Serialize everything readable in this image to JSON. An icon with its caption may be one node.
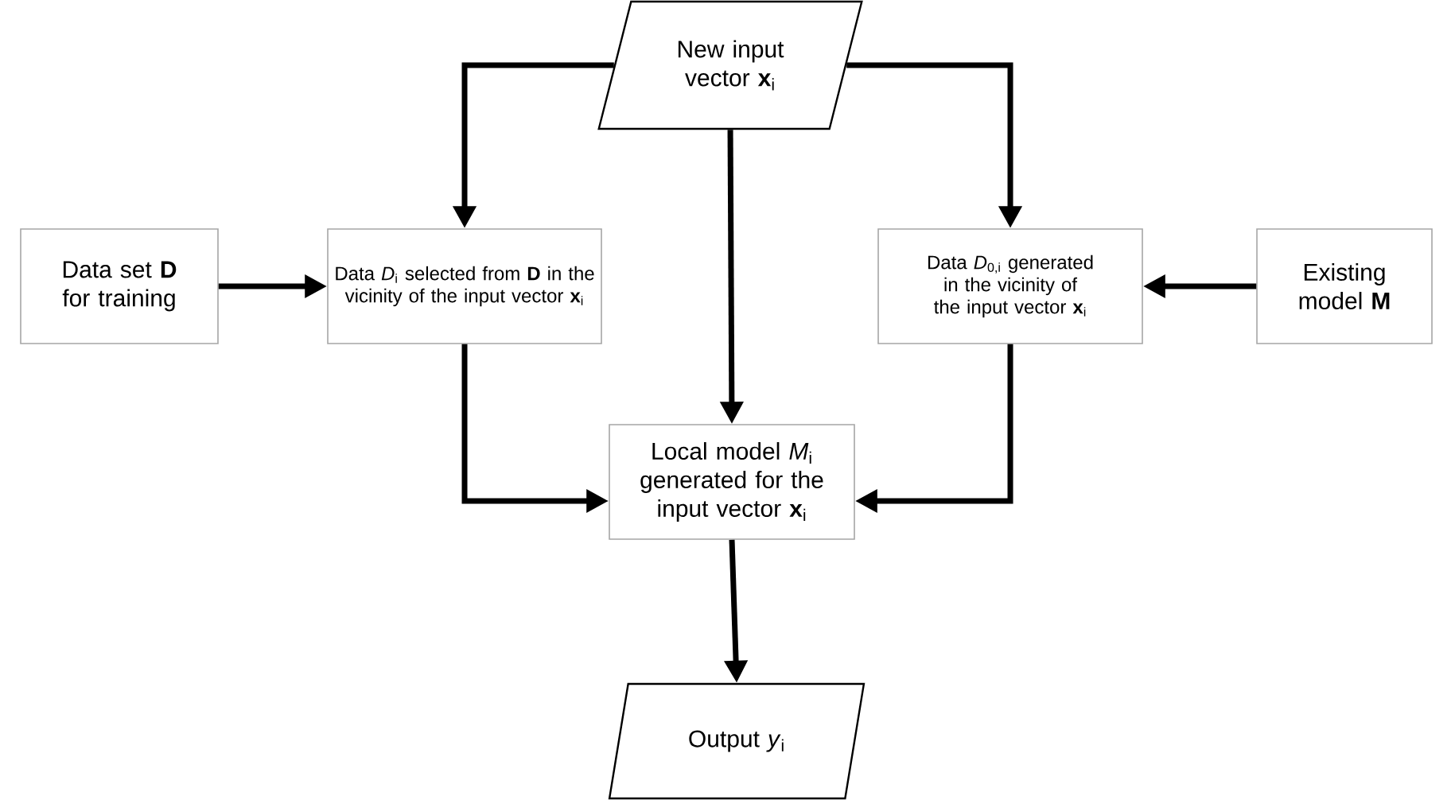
{
  "diagram": {
    "nodes": [
      {
        "text": [
          "New input vector **x**$_{i}$"
        ]
      },
      {
        "text": [
          "Data set **D** for training"
        ]
      },
      {
        "text": [
          "Data *D*$_{i}$ selected from **D** in the vicinity of the input vector **x**$_{i}$"
        ]
      },
      {
        "text": [
          "Data *D*$_{0,i}$ generated in the vicinity of the input vector **x**$_{i}$"
        ]
      },
      {
        "text": [
          "Existing model **M**"
        ]
      },
      {
        "text": [
          "Local model *M*$_{i}$ generated for the input vector **x**$_{i}$"
        ]
      },
      {
        "text": [
          "Output *y*$_{i}$"
        ]
      }
    ],
    "edges": [
      {
        "from": 0,
        "to": 2,
        "arrow": "to"
      },
      {
        "from": 0,
        "to": 5,
        "arrow": "to"
      },
      {
        "from": 0,
        "to": 3,
        "arrow": "to"
      },
      {
        "from": 1,
        "to": 2,
        "arrow": "to"
      },
      {
        "from": 4,
        "to": 3,
        "arrow": "to"
      },
      {
        "from": 2,
        "to": 5,
        "arrow": "to"
      },
      {
        "from": 3,
        "to": 5,
        "arrow": "to"
      },
      {
        "from": 5,
        "to": 6,
        "arrow": "to"
      }
    ]
  }
}
